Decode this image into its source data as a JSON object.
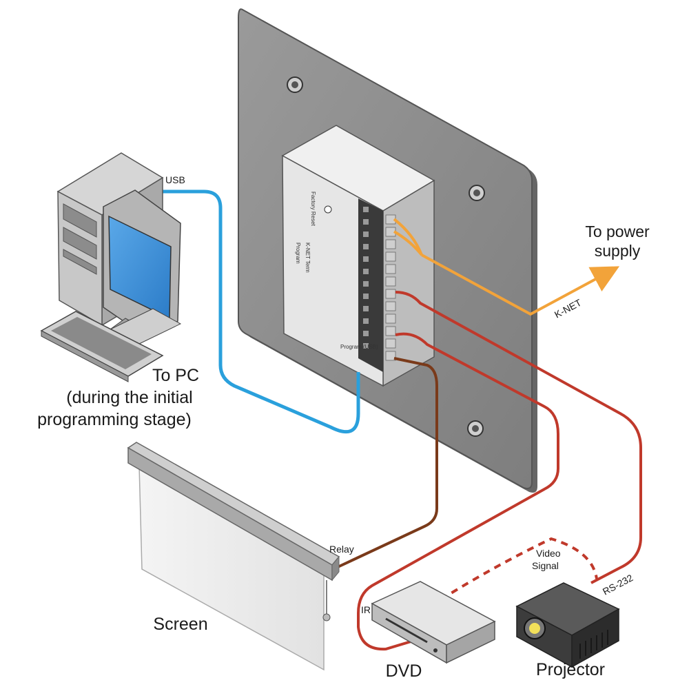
{
  "labels": {
    "usb": "USB",
    "to_pc_line1": "To PC",
    "to_pc_line2": "(during the initial",
    "to_pc_line3": "programming stage)",
    "to_power_line1": "To power",
    "to_power_line2": "supply",
    "knet": "K-NET",
    "relay": "Relay",
    "video_line1": "Video",
    "video_line2": "Signal",
    "rs232": "RS-232",
    "ir": "IR",
    "screen": "Screen",
    "dvd": "DVD",
    "projector": "Projector"
  },
  "device_labels": {
    "factory_reset": "Factory Reset",
    "program": "Program",
    "knet_term": "K-NET Term",
    "program_usb": "Program (USB)"
  },
  "colors": {
    "usb_cable": "#2aa0dc",
    "power_cable": "#f2a33a",
    "relay_cable": "#7a3a1a",
    "signal_cable": "#c0392b",
    "plate": "#8c8c8c",
    "video_dash": "#c0392b"
  }
}
